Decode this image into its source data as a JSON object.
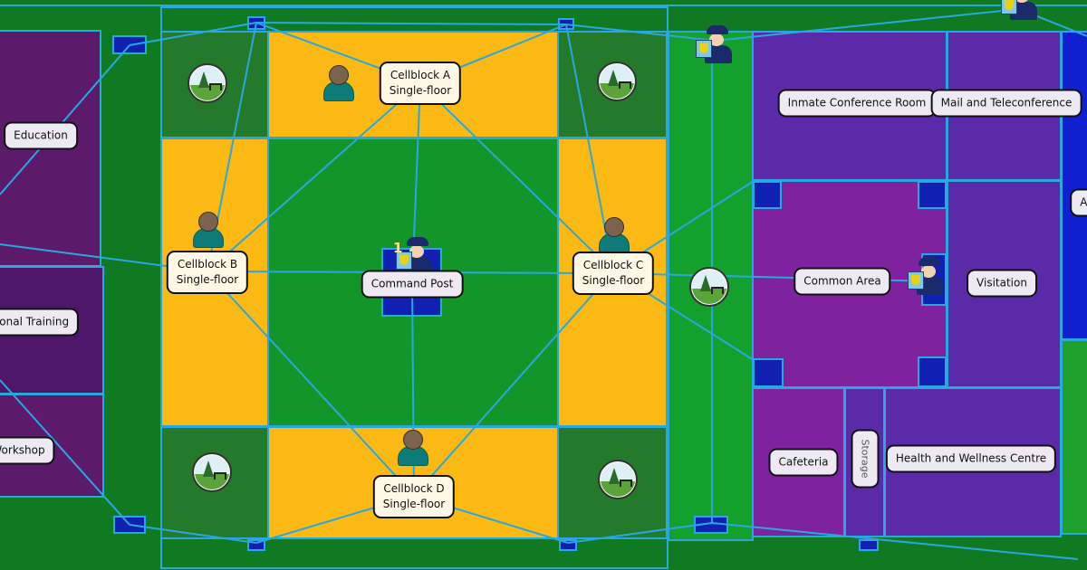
{
  "rooms": {
    "education": "Education",
    "vocational_training": "ational Training",
    "workshop": "Workshop",
    "cellblock_a": {
      "name": "Cellblock A",
      "type": "Single-floor"
    },
    "cellblock_b": {
      "name": "Cellblock B",
      "type": "Single-floor"
    },
    "cellblock_c": {
      "name": "Cellblock C",
      "type": "Single-floor"
    },
    "cellblock_d": {
      "name": "Cellblock D",
      "type": "Single-floor"
    },
    "command_post": "Command Post",
    "command_post_badge": "1",
    "inmate_conference": "Inmate Conference Room",
    "mail": "Mail and Teleconference",
    "common_area": "Common Area",
    "visitation": "Visitation",
    "cafeteria": "Cafeteria",
    "storage": "Storage",
    "health": "Health and Wellness Centre",
    "admin_partial": "Ad"
  },
  "colors": {
    "yard": "#237a2b",
    "cellblock": "#fdb913",
    "purple": "#5a2aa8",
    "magenta": "#7e22a0",
    "link": "#29a8e0"
  }
}
